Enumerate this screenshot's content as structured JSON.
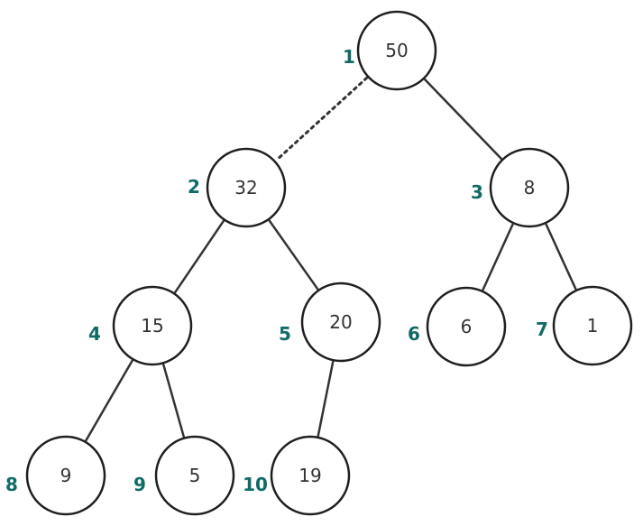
{
  "colors": {
    "index_label": "#0f6b66",
    "node_stroke": "#1f1f1f",
    "edge_stroke": "#333333",
    "value_text": "#333333",
    "background": "#ffffff"
  },
  "nodes": [
    {
      "index": "1",
      "value": "50"
    },
    {
      "index": "2",
      "value": "32"
    },
    {
      "index": "3",
      "value": "8"
    },
    {
      "index": "4",
      "value": "15"
    },
    {
      "index": "5",
      "value": "20"
    },
    {
      "index": "6",
      "value": "6"
    },
    {
      "index": "7",
      "value": "1"
    },
    {
      "index": "8",
      "value": "9"
    },
    {
      "index": "9",
      "value": "5"
    },
    {
      "index": "10",
      "value": "19"
    }
  ],
  "edges": [
    {
      "from": "1",
      "to": "2",
      "style": "dotted"
    },
    {
      "from": "1",
      "to": "3",
      "style": "solid"
    },
    {
      "from": "2",
      "to": "4",
      "style": "solid"
    },
    {
      "from": "2",
      "to": "5",
      "style": "solid"
    },
    {
      "from": "3",
      "to": "6",
      "style": "solid"
    },
    {
      "from": "3",
      "to": "7",
      "style": "solid"
    },
    {
      "from": "4",
      "to": "8",
      "style": "solid"
    },
    {
      "from": "4",
      "to": "9",
      "style": "solid"
    },
    {
      "from": "5",
      "to": "10",
      "style": "solid"
    }
  ]
}
